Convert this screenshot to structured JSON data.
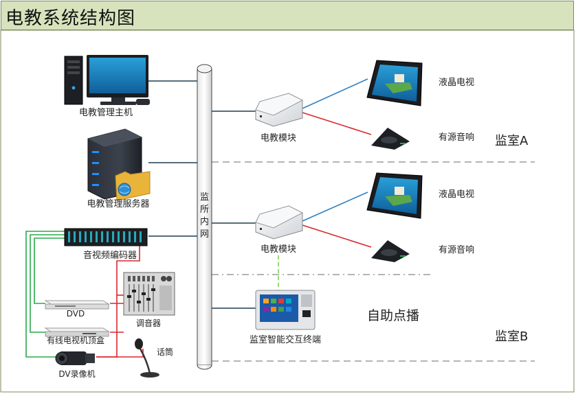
{
  "title": "电教系统结构图",
  "labels": {
    "host": "电教管理主机",
    "server": "电教管理服务器",
    "encoder": "音视频编码器",
    "dvd": "DVD",
    "settop": "有线电视机顶盒",
    "camcorder": "DV录像机",
    "mixer": "调音器",
    "mic": "话筒",
    "backbone": [
      "监",
      "所",
      "内",
      "网"
    ],
    "module_a": "电教模块",
    "module_b": "电教模块",
    "tv_a": "液晶电视",
    "tv_b": "液晶电视",
    "speaker_a": "有源音响",
    "speaker_b": "有源音响",
    "room_a": "监室A",
    "room_b": "监室B",
    "terminal": "监室智能交互终端",
    "vod": "自助点播"
  },
  "colors": {
    "title_bg": "#d7e3bc",
    "line_dark": "#1f3b4d",
    "line_blue": "#2f7fc1",
    "line_red": "#d9262c",
    "line_green": "#2aa84a",
    "divider": "#888888"
  }
}
